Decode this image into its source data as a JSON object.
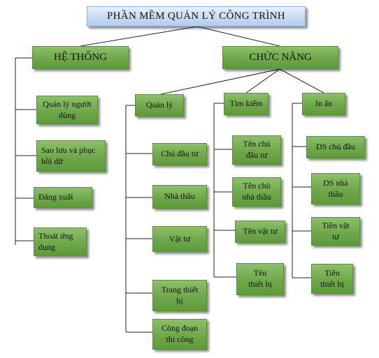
{
  "title": "PHẦN MỀM QUẢN LÝ CÔNG TRÌNH",
  "he_thong": {
    "label": "HỆ THỐNG",
    "items": [
      "Quản lý người dùng",
      "Sao lưu và phục hồi dữ",
      "Đăng xuất",
      "Thoát ứng dụng"
    ]
  },
  "chuc_nang": {
    "label": "CHỨC NĂNG",
    "quan_ly": {
      "label": "Quản lý",
      "items": [
        "Chủ đầu tư",
        "Nhà thầu",
        "Vật tư",
        "Trang thiết bị",
        "Công đoạn thi công"
      ]
    },
    "tim_kiem": {
      "label": "Tìm kiếm",
      "items": [
        "Tên chủ đầu tư",
        "Tên chủ nhà thầu",
        "Tên vật tư",
        "Tên thiết bị"
      ]
    },
    "in_an": {
      "label": "In ấn",
      "items": [
        "DS chủ đầu",
        "DS nhà thầu",
        "Tiền vật tư",
        "Tiền thiết bị"
      ]
    }
  }
}
